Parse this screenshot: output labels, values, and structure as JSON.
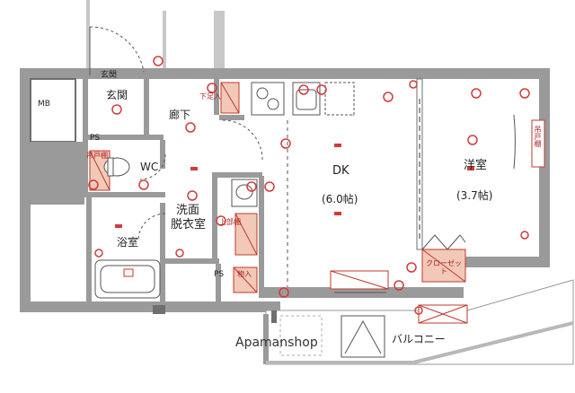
{
  "rooms": {
    "mb": "MB",
    "entrance_top": "玄関",
    "entrance": "玄関",
    "hallway": "廊下",
    "shoe_box": "下足入",
    "ps_upper": "PS",
    "toilet_cabinet": "吊戸棚",
    "wc": "WC",
    "washroom_line1": "洗面",
    "washroom_line2": "脱衣室",
    "upper_shelf": "上部棚",
    "storage": "物入",
    "ps_lower": "PS",
    "bathroom": "浴室",
    "dk_name": "DK",
    "dk_size": "(6.0帖)",
    "bedroom_name": "洋室",
    "bedroom_size": "(3.7帖)",
    "closet": "クローゼット",
    "wardrobe_vertical": "吊戸棚",
    "balcony": "バルコニー"
  },
  "watermark": "Apamanshop",
  "colors": {
    "wall": "#9a9a9a",
    "wall_dark": "#6f6f6f",
    "fixture_fill": "#f2c9b8",
    "fixture_stroke": "#c0392b",
    "electric": "#d23b3b"
  }
}
